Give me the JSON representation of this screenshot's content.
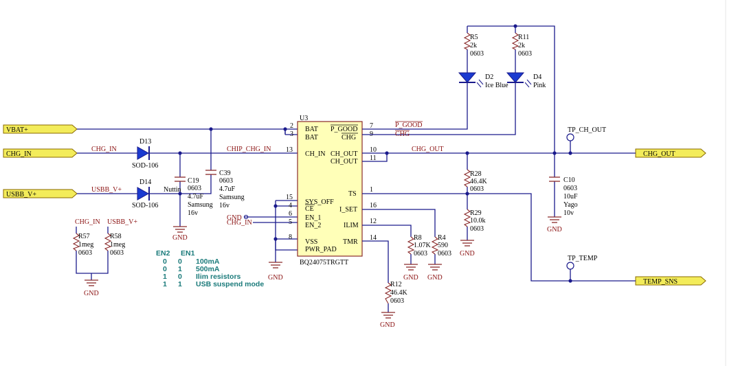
{
  "ports": {
    "vbat": "VBAT+",
    "chg_in": "CHG_IN",
    "usbb": "USBB_V+",
    "chg_out": "CHG_OUT",
    "temp_sns": "TEMP_SNS"
  },
  "nets": {
    "chg_in": "CHG_IN",
    "usbb": "USBB_V+",
    "chip_chg_in": "CHIP_CHG_IN",
    "p_good": "P_GOOD",
    "chg": "CHG",
    "chg_out": "CHG_OUT",
    "gnd_in": "GND",
    "chg_in_en2": "CHG_IN",
    "chg_in_r57": "CHG_IN",
    "usbb_r58": "USBB_V+"
  },
  "ic": {
    "ref": "U3",
    "part": "BQ24075TRGTT",
    "pins_left": [
      {
        "num": "2",
        "name": "BAT"
      },
      {
        "num": "3",
        "name": "BAT"
      },
      {
        "num": "13",
        "name": "CH_IN"
      },
      {
        "num": "15",
        "name": "SYS_OFF"
      },
      {
        "num": "4",
        "name": "CE"
      },
      {
        "num": "6",
        "name": "EN_1"
      },
      {
        "num": "5",
        "name": "EN_2"
      },
      {
        "num": "8",
        "name": "VSS"
      },
      {
        "num": "",
        "name": "PWR_PAD"
      }
    ],
    "pins_right": [
      {
        "num": "7",
        "name": "P_GOOD"
      },
      {
        "num": "9",
        "name": "CHG"
      },
      {
        "num": "10",
        "name": "CH_OUT"
      },
      {
        "num": "11",
        "name": "CH_OUT"
      },
      {
        "num": "1",
        "name": "TS"
      },
      {
        "num": "16",
        "name": "I_SET"
      },
      {
        "num": "12",
        "name": "ILIM"
      },
      {
        "num": "14",
        "name": "TMR"
      }
    ]
  },
  "parts": {
    "d13": {
      "ref": "D13",
      "pkg": "SOD-106"
    },
    "d14": {
      "ref": "D14",
      "pkg": "SOD-106",
      "note": "Nuttin"
    },
    "c19": {
      "ref": "C19",
      "l1": "0603",
      "l2": "4.7uF",
      "l3": "Samsung",
      "l4": "16v"
    },
    "c39": {
      "ref": "C39",
      "l1": "0603",
      "l2": "4.7uF",
      "l3": "Samsung",
      "l4": "16v"
    },
    "r5": {
      "ref": "R5",
      "val": "2k",
      "pkg": "0603"
    },
    "r11": {
      "ref": "R11",
      "val": "2k",
      "pkg": "0603"
    },
    "d2": {
      "ref": "D2",
      "val": "Ice Blue"
    },
    "d4": {
      "ref": "D4",
      "val": "Pink"
    },
    "r28": {
      "ref": "R28",
      "val": "46.4K",
      "pkg": "0603"
    },
    "r29": {
      "ref": "R29",
      "val": "10.0k",
      "pkg": "0603"
    },
    "c10": {
      "ref": "C10",
      "l1": "0603",
      "l2": "10uF",
      "l3": "Yago",
      "l4": "10v"
    },
    "r8": {
      "ref": "R8",
      "val": "1.07K",
      "pkg": "0603"
    },
    "r4": {
      "ref": "R4",
      "val": "590",
      "pkg": "0603"
    },
    "r12": {
      "ref": "R12",
      "val": "46.4K",
      "pkg": "0603"
    },
    "r57": {
      "ref": "R57",
      "val": "1meg",
      "pkg": "0603"
    },
    "r58": {
      "ref": "R58",
      "val": "1meg",
      "pkg": "0603"
    }
  },
  "testpoints": {
    "tp_ch_out": "TP_CH_OUT",
    "tp_temp": "TP_TEMP"
  },
  "gnd_label": "GND",
  "en_table": {
    "headers": [
      "EN2",
      "EN1"
    ],
    "rows": [
      {
        "en2": "0",
        "en1": "0",
        "desc": "100mA"
      },
      {
        "en2": "0",
        "en1": "1",
        "desc": "500mA"
      },
      {
        "en2": "1",
        "en1": "0",
        "desc": "Ilim resistors"
      },
      {
        "en2": "1",
        "en1": "1",
        "desc": "USB suspend mode"
      }
    ]
  },
  "colors": {
    "wire": "#1a1a8c",
    "component": "#8a2a2a",
    "port_fill": "#f3ec5a",
    "ic_fill": "#ffffb8",
    "table_text": "#1a7a7a"
  }
}
